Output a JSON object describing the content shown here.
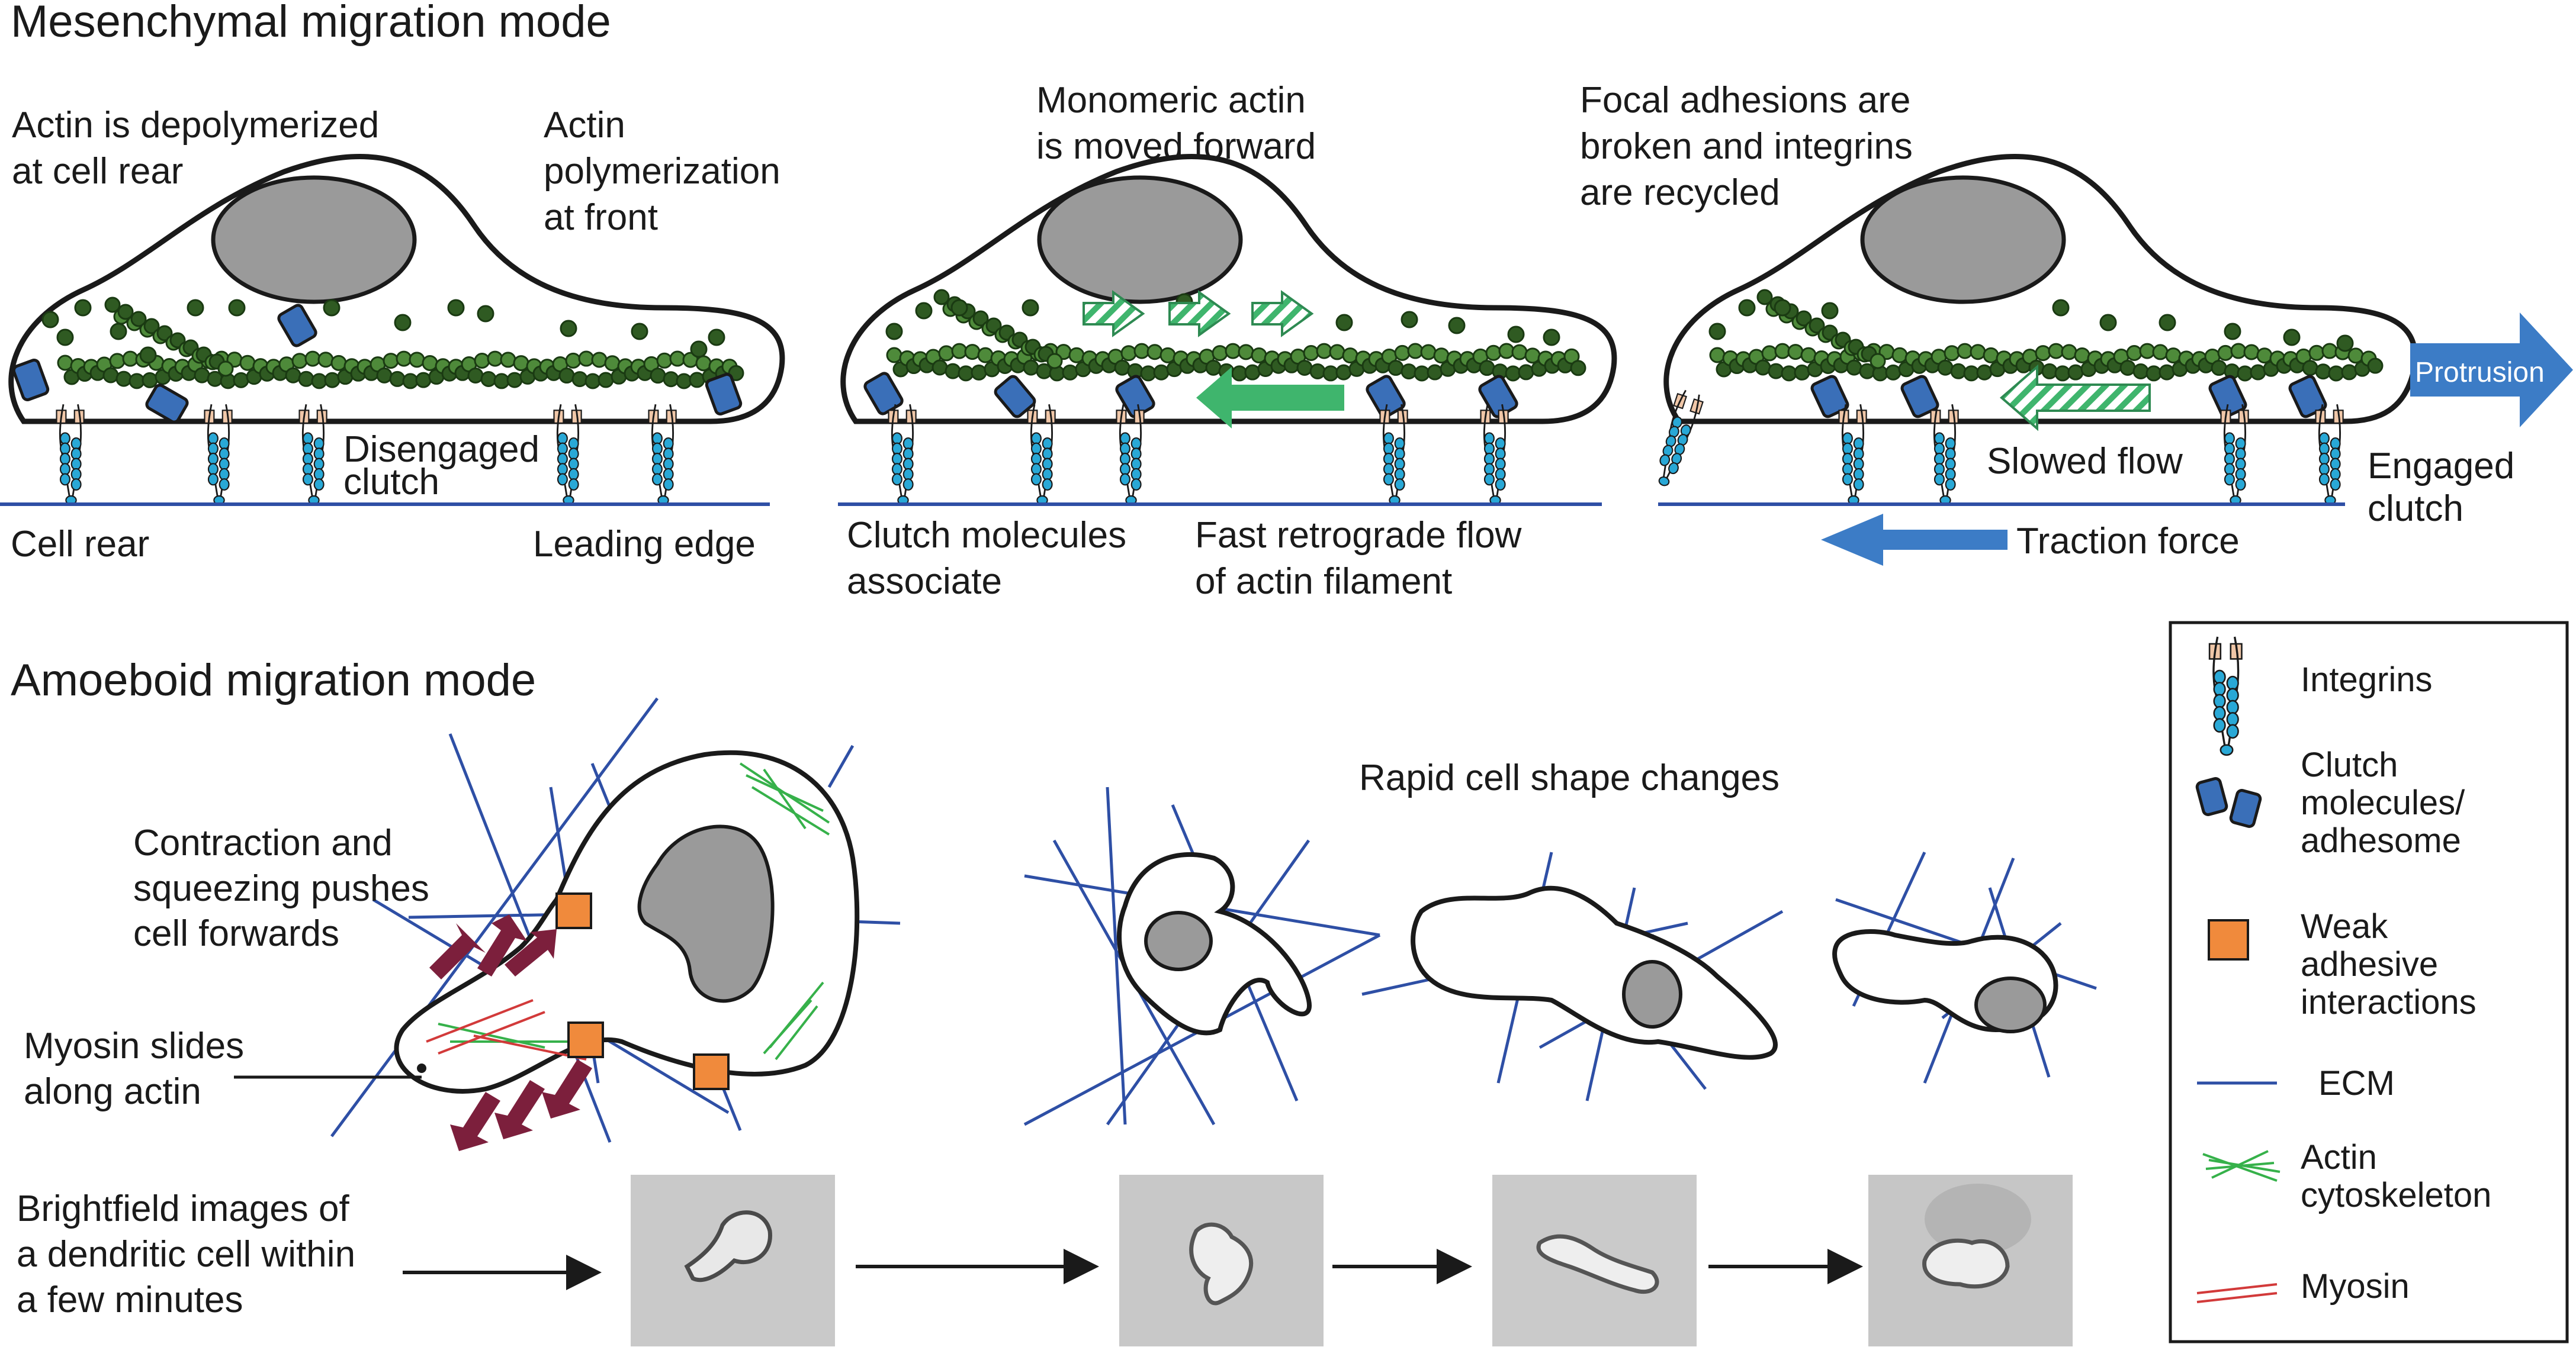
{
  "mesenchymal": {
    "title": "Mesenchymal migration mode",
    "panel1": {
      "depolymerized": [
        "Actin is depolymerized",
        "at cell rear"
      ],
      "polymerization": [
        "Actin",
        "polymerization",
        "at front"
      ],
      "disengaged": [
        "Disengaged",
        "clutch"
      ],
      "rear": "Cell rear",
      "leading": "Leading edge"
    },
    "panel2": {
      "monomeric": [
        "Monomeric actin",
        "is moved forward"
      ],
      "clutch_assoc": [
        "Clutch molecules",
        "associate"
      ],
      "fast_flow": [
        "Fast retrograde flow",
        "of actin filament"
      ]
    },
    "panel3": {
      "focal": [
        "Focal adhesions are",
        "broken and integrins",
        "are recycled"
      ],
      "protrusion": "Protrusion",
      "slowed": "Slowed flow",
      "engaged": [
        "Engaged",
        "clutch"
      ],
      "traction": "Traction force"
    }
  },
  "amoeboid": {
    "title": "Amoeboid migration mode",
    "contraction": [
      "Contraction and",
      "squeezing pushes",
      "cell forwards"
    ],
    "myosin_slides": [
      "Myosin slides",
      "along actin"
    ],
    "rapid": "Rapid cell shape changes",
    "brightfield": [
      "Brightfield images of",
      "a dendritic cell within",
      "a few minutes"
    ]
  },
  "legend": {
    "integrins": "Integrins",
    "clutch": [
      "Clutch",
      "molecules/",
      "adhesome"
    ],
    "weak": [
      "Weak",
      "adhesive",
      "interactions"
    ],
    "ecm": "ECM",
    "actin": [
      "Actin",
      "cytoskeleton"
    ],
    "myosin": "Myosin"
  },
  "colors": {
    "actin_dark": "#2f5a22",
    "actin_light": "#4e8a3a",
    "clutch_blue": "#3a6fb8",
    "integrin_cyan": "#29a8d6",
    "ecm_blue": "#2e4fa5",
    "arrow_blue": "#3c7cc6",
    "flow_green": "#3fb56d",
    "weak_orange": "#f08a3c",
    "myosin_red": "#d23a3a",
    "actin_green": "#36b14a",
    "push_maroon": "#7c1f3c",
    "nucleus_grey": "#9a9a9a"
  }
}
